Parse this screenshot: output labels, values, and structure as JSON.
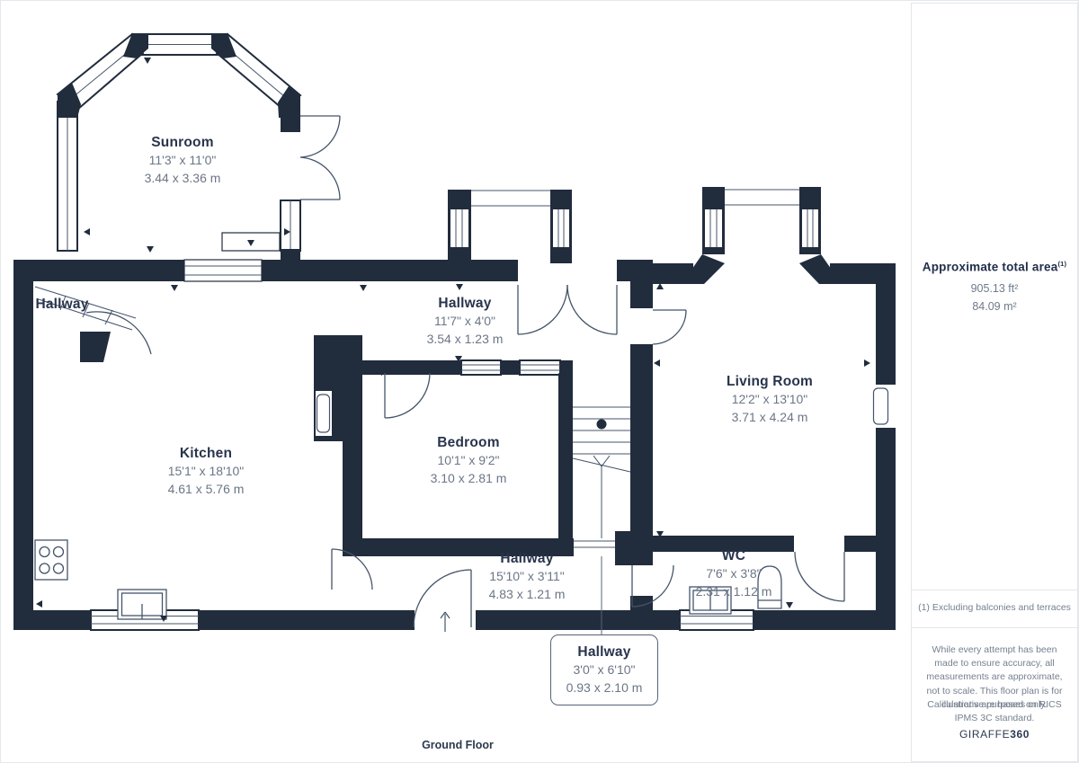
{
  "meta": {
    "floor_label": "Ground Floor",
    "brand": {
      "name": "GIRAFFE",
      "suffix": "360"
    }
  },
  "sidebar": {
    "title": "Approximate total area",
    "title_sup": "(1)",
    "area_ft": "905.13 ft²",
    "area_m": "84.09 m²",
    "note": "(1) Excluding balconies and terraces",
    "disclaimer": "While every attempt has been made to ensure accuracy, all measurements are approximate, not to scale. This floor plan is for illustrative purposes only.",
    "calculation": "Calculations are based on RICS IPMS 3C standard."
  },
  "rooms": [
    {
      "name": "Sunroom",
      "dims_ft": "11'3\" x 11'0\"",
      "dims_m": "3.44 x 3.36 m"
    },
    {
      "name": "Hallway"
    },
    {
      "name": "Hallway",
      "dims_ft": "11'7\" x 4'0\"",
      "dims_m": "3.54 x 1.23 m"
    },
    {
      "name": "Kitchen",
      "dims_ft": "15'1\" x 18'10\"",
      "dims_m": "4.61 x 5.76 m"
    },
    {
      "name": "Bedroom",
      "dims_ft": "10'1\" x 9'2\"",
      "dims_m": "3.10 x 2.81 m"
    },
    {
      "name": "Living Room",
      "dims_ft": "12'2\" x 13'10\"",
      "dims_m": "3.71 x 4.24 m"
    },
    {
      "name": "Hallway",
      "dims_ft": "15'10\" x 3'11\"",
      "dims_m": "4.83 x 1.21 m"
    },
    {
      "name": "WC",
      "dims_ft": "7'6\" x 3'8\"",
      "dims_m": "2.31 x 1.12 m"
    },
    {
      "name": "Hallway",
      "dims_ft": "3'0\" x 6'10\"",
      "dims_m": "0.93 x 2.10 m"
    }
  ],
  "colors": {
    "wall": "#212c3d",
    "line": "#44546a",
    "room_name": "#28344c",
    "room_dims": "#6b7687",
    "sidebar_text": "#75808f"
  }
}
